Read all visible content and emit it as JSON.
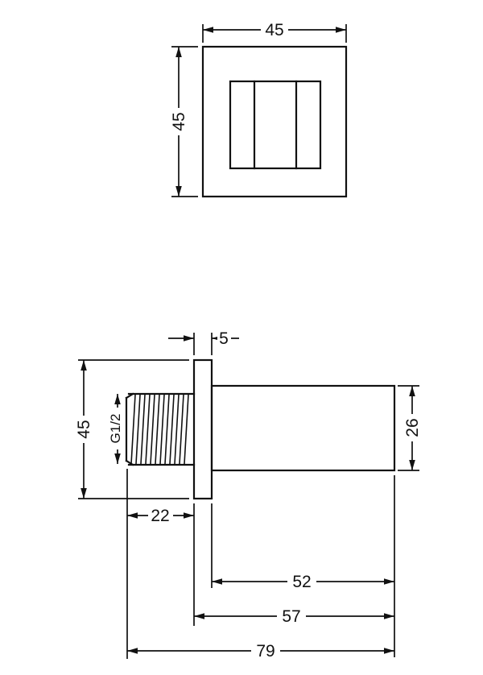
{
  "dims": {
    "top_width": "45",
    "top_height": "45",
    "flange_thickness": "5",
    "flange_height": "45",
    "thread_spec": "G1/2",
    "body_height": "26",
    "thread_length": "22",
    "body_length": "52",
    "body_with_flange": "57",
    "total_length": "79"
  },
  "colors": {
    "line": "#111111",
    "background": "#ffffff"
  }
}
